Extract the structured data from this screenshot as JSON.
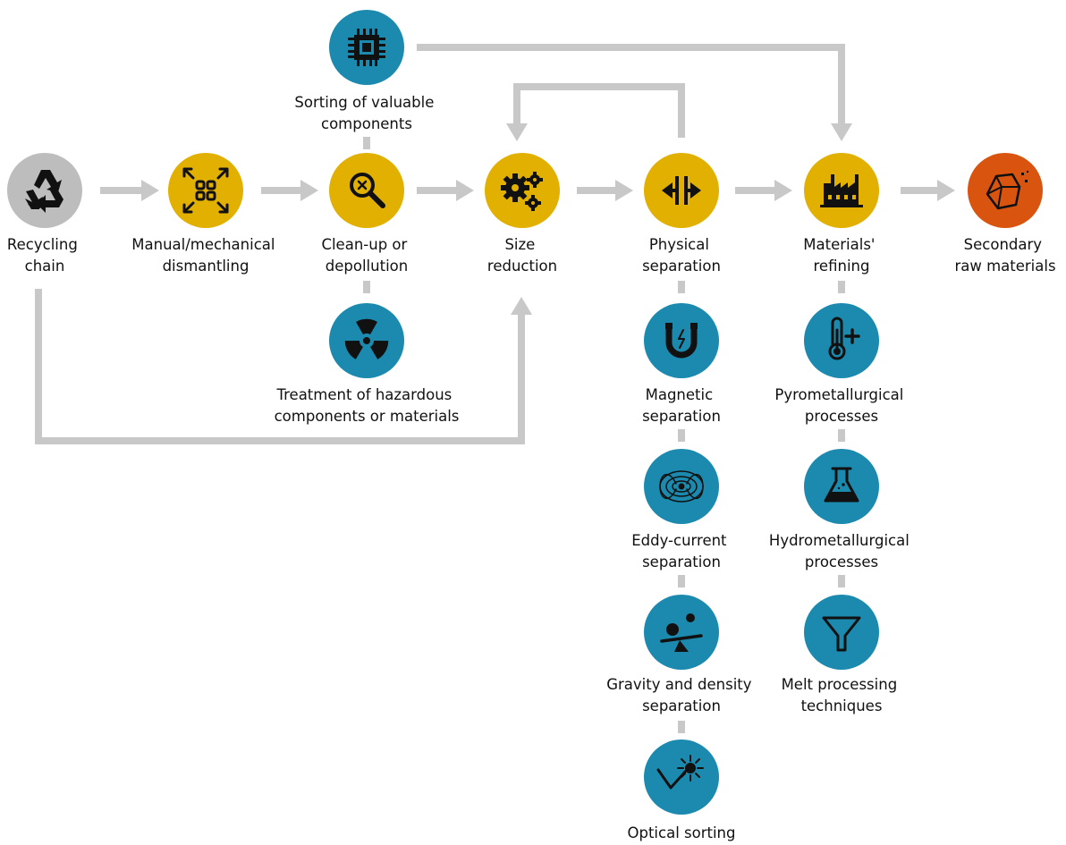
{
  "colors": {
    "primary_stage": "#E1B000",
    "sub_process": "#1B8AAE",
    "start": "#BDBDBD",
    "end": "#D9540F",
    "connector": "#C8C8C8",
    "icon": "#111111"
  },
  "nodes": {
    "recycling": {
      "icon": "recycle-icon",
      "lines": [
        "Recycling",
        "chain"
      ]
    },
    "dismantling": {
      "icon": "expand-arrows-icon",
      "lines": [
        "Manual/mechanical",
        "dismantling"
      ]
    },
    "cleanup": {
      "icon": "magnifier-icon",
      "lines": [
        "Clean-up or",
        "depollution"
      ]
    },
    "size": {
      "icon": "gears-icon",
      "lines": [
        "Size",
        "reduction"
      ]
    },
    "physical": {
      "icon": "separation-arrows-icon",
      "lines": [
        "Physical",
        "separation"
      ]
    },
    "refining": {
      "icon": "factory-icon",
      "lines": [
        "Materials'",
        "refining"
      ]
    },
    "secondary": {
      "icon": "ore-icon",
      "lines": [
        "Secondary",
        "raw materials"
      ]
    },
    "sorting": {
      "icon": "chip-icon",
      "lines": [
        "Sorting of valuable",
        "components"
      ]
    },
    "hazardous": {
      "icon": "radiation-icon",
      "lines": [
        "Treatment of hazardous",
        "components or materials"
      ]
    },
    "magnetic": {
      "icon": "magnet-icon",
      "lines": [
        "Magnetic",
        "separation"
      ]
    },
    "eddy": {
      "icon": "field-lines-icon",
      "lines": [
        "Eddy-current",
        "separation"
      ]
    },
    "gravity": {
      "icon": "balance-icon",
      "lines": [
        "Gravity and density",
        "separation"
      ]
    },
    "optical": {
      "icon": "laser-icon",
      "lines": [
        "Optical sorting"
      ]
    },
    "pyro": {
      "icon": "thermometer-icon",
      "lines": [
        "Pyrometallurgical",
        "processes"
      ]
    },
    "hydro": {
      "icon": "flask-icon",
      "lines": [
        "Hydrometallurgical",
        "processes"
      ]
    },
    "melt": {
      "icon": "funnel-icon",
      "lines": [
        "Melt processing",
        "techniques"
      ]
    }
  }
}
